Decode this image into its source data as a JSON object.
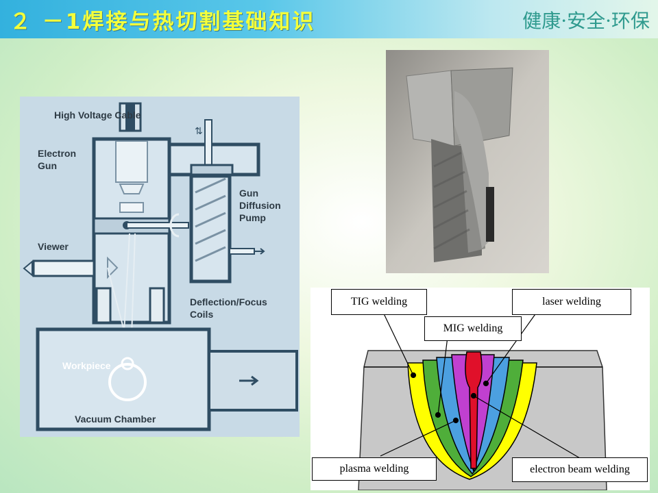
{
  "slide": {
    "title": "２ －1焊接与热切割基础知识",
    "motto": "健康·安全·环保",
    "colors": {
      "title": "#f4ff3a",
      "motto": "#2f9a8e",
      "header_bar": "#33b1de"
    }
  },
  "ebw_diagram": {
    "labels": {
      "cable": "High Voltage Cable",
      "gun_1": "Electron",
      "gun_2": "Gun",
      "pump_1": "Gun",
      "pump_2": "Diffusion",
      "pump_3": "Pump",
      "viewer": "Viewer",
      "coils_1": "Deflection/Focus",
      "coils_2": "Coils",
      "workpiece": "Workpiece",
      "chamber": "Vacuum Chamber"
    }
  },
  "weld_profile_diagram": {
    "callouts": {
      "tig": "TIG welding",
      "mig": "MIG welding",
      "laser": "laser welding",
      "plasma": "plasma welding",
      "ebw": "electron beam welding"
    },
    "zone_colors": {
      "tig": "#ffff00",
      "mig": "#4fae3a",
      "plasma": "#4ca0e0",
      "laser": "#c040d0",
      "ebw": "#e0102a"
    }
  }
}
